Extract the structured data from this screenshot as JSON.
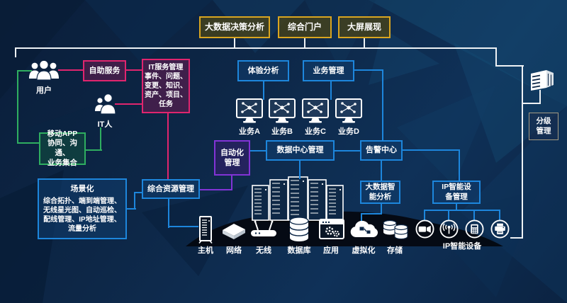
{
  "top_nav": {
    "items": [
      {
        "label": "大数据决策分析"
      },
      {
        "label": "综合门户"
      },
      {
        "label": "大屏展现"
      }
    ]
  },
  "left": {
    "users_label": "用户",
    "it_person_label": "IT人",
    "self_service_label": "自助服务",
    "itsm_text": "IT服务管理\n事件、问题、\n变更、知识、\n资产、项目、\n任务",
    "mobile_app_text": "移动APP\n协同、沟通、\n业务集合",
    "scenario_title": "场景化",
    "scenario_text": "综合拓扑、端到端管理、\n无线星光图、自动巡检、\n配线管理、IP地址管理、\n流量分析",
    "resource_mgmt_label": "综合资源管理",
    "automation_label": "自动化\n管理"
  },
  "middle": {
    "experience_label": "体验分析",
    "business_mgmt_label": "业务管理",
    "monitors": [
      {
        "icon": "monitor-icon",
        "label": "业务A"
      },
      {
        "icon": "monitor-icon",
        "label": "业务B"
      },
      {
        "icon": "monitor-icon",
        "label": "业务C"
      },
      {
        "icon": "monitor-icon",
        "label": "业务D"
      }
    ],
    "datacenter_label": "数据中心管理",
    "alarm_label": "告警中心"
  },
  "right": {
    "bigdata_label": "大数据智\n能分析",
    "ip_mgmt_label": "IP智能设\n备管理",
    "ip_devices_label": "IP智能设备",
    "ip_devices": [
      {
        "icon": "camera-icon"
      },
      {
        "icon": "rf-antenna-icon"
      },
      {
        "icon": "ip-phone-icon"
      },
      {
        "icon": "printer-icon"
      }
    ],
    "tier_label": "分级\n管理",
    "building_icon": "building-icon"
  },
  "infrastructure": {
    "server_cluster_icon": "server-racks-icon",
    "items": [
      {
        "icon": "host-icon",
        "label": "主机"
      },
      {
        "icon": "network-icon",
        "label": "网络"
      },
      {
        "icon": "wireless-icon",
        "label": "无线"
      },
      {
        "icon": "database-icon",
        "label": "数据库"
      },
      {
        "icon": "application-icon",
        "label": "应用"
      },
      {
        "icon": "virtualization-icon",
        "label": "虚拟化"
      },
      {
        "icon": "storage-icon",
        "label": "存储"
      }
    ]
  },
  "colors": {
    "background": "#0d2747",
    "gold": "#d9a520",
    "pink": "#e0256e",
    "green": "#2fae60",
    "blue": "#1d86dc",
    "purple": "#8233d6",
    "white_line": "#eef2f5"
  }
}
